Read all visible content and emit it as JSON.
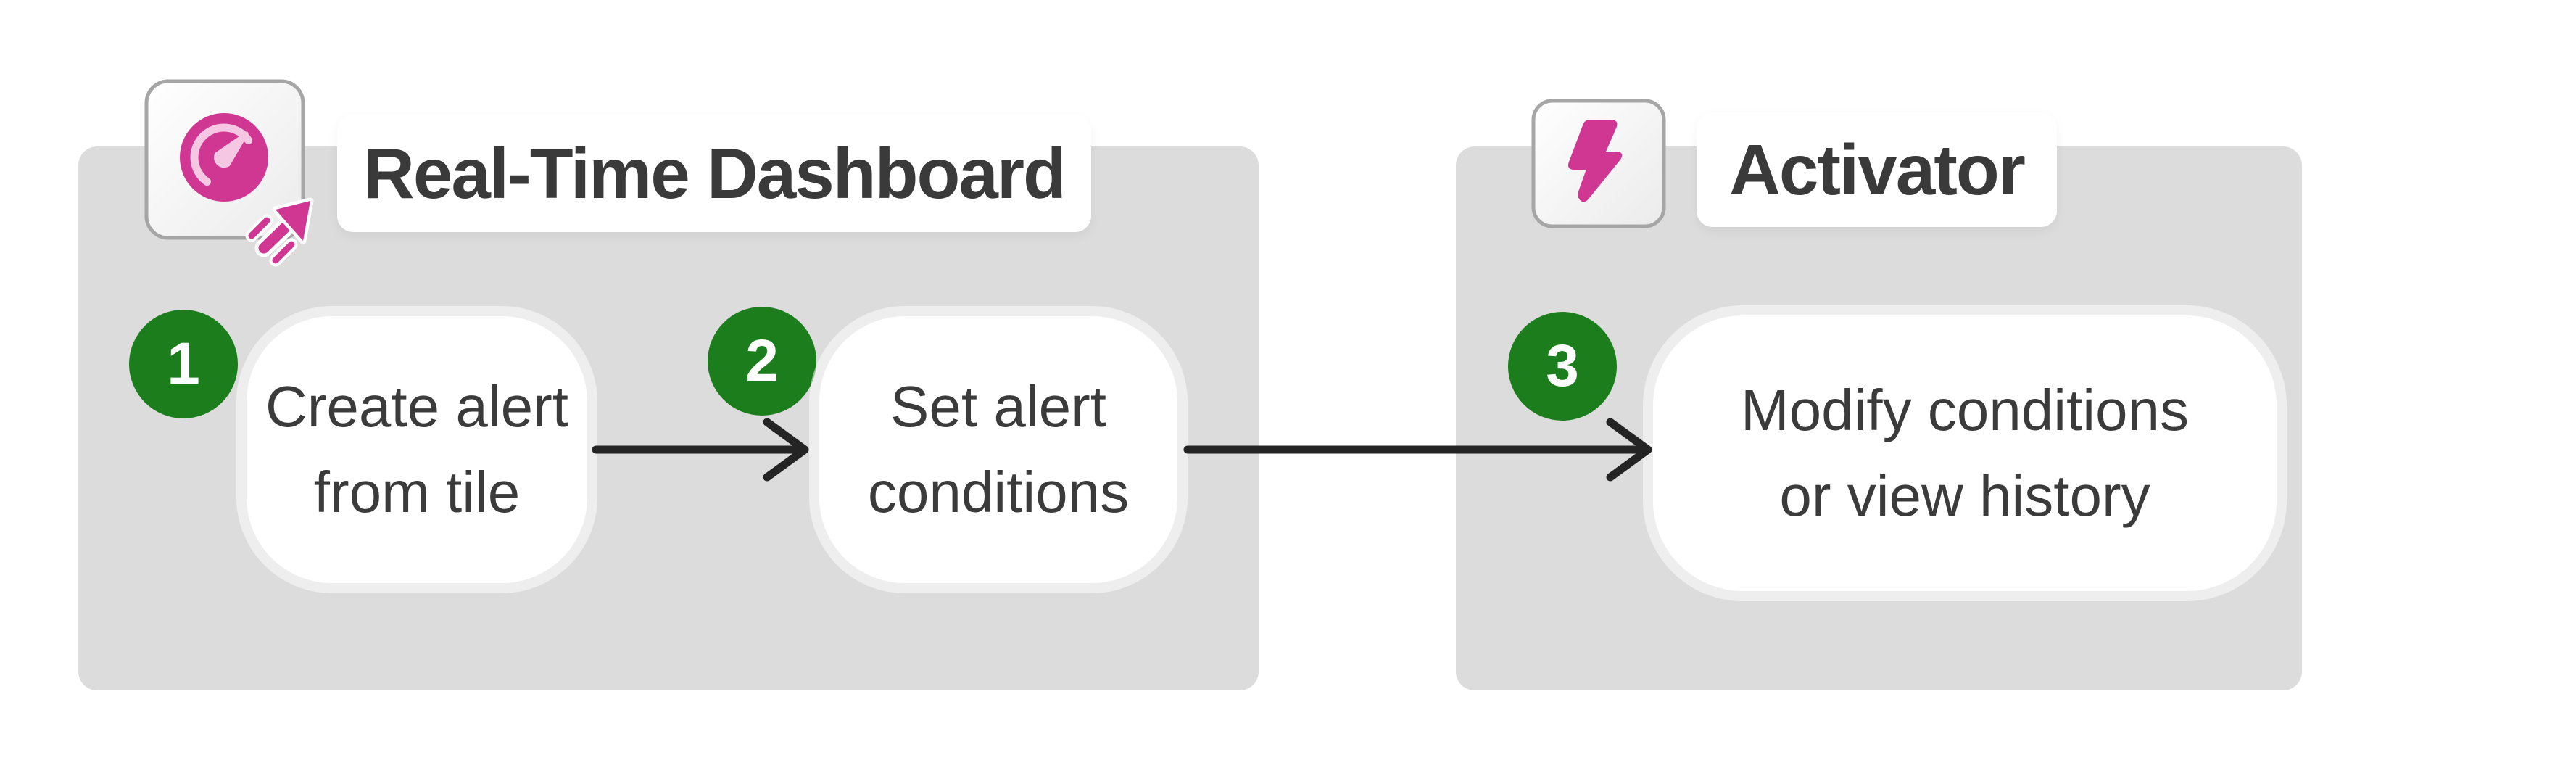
{
  "diagram": {
    "type": "workflow",
    "panels": [
      {
        "title": "Real-Time Dashboard",
        "icon": "gauge-launch-icon"
      },
      {
        "title": "Activator",
        "icon": "lightning-bolt-icon"
      }
    ],
    "steps": [
      {
        "number": "1",
        "line1": "Create alert",
        "line2": "from tile",
        "panel": "Real-Time Dashboard"
      },
      {
        "number": "2",
        "line1": "Set alert",
        "line2": "conditions",
        "panel": "Real-Time Dashboard"
      },
      {
        "number": "3",
        "line1": "Modify conditions",
        "line2": "or view history",
        "panel": "Activator"
      }
    ],
    "flow": [
      {
        "from": "1",
        "to": "2"
      },
      {
        "from": "2",
        "to": "3"
      }
    ],
    "colors": {
      "panel_background": "#dcdcdc",
      "step_badge_green": "#1b7d1b",
      "brand_pink": "#cf3793",
      "brand_pink_light": "#f6c7e2",
      "text_dark": "#3b3b3b",
      "title_dark": "#3a3a3a",
      "arrow_black": "#242424",
      "icon_border_gray": "#a6a6a6",
      "tile_white": "#ffffff"
    }
  }
}
